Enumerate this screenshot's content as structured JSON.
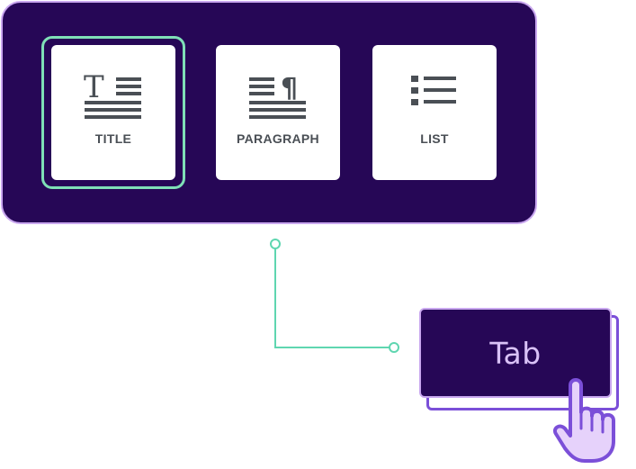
{
  "cards": [
    {
      "label": "TITLE",
      "icon": "title-icon",
      "focused": true
    },
    {
      "label": "PARAGRAPH",
      "icon": "paragraph-icon",
      "focused": false
    },
    {
      "label": "LIST",
      "icon": "list-icon",
      "focused": false
    }
  ],
  "key": {
    "label": "Tab"
  },
  "pointer": {
    "icon": "hand-pointer-icon"
  },
  "colors": {
    "panel": "#260756",
    "panel_border": "#c9a7ef",
    "focus": "#7fe0b7",
    "connector": "#5fd6b0",
    "key_text": "#d9c2f7",
    "key_shadow": "#7b4fd8",
    "icon": "#4a4f55",
    "hand_fill": "#e6d2fb",
    "hand_stroke": "#7b4fd8"
  }
}
